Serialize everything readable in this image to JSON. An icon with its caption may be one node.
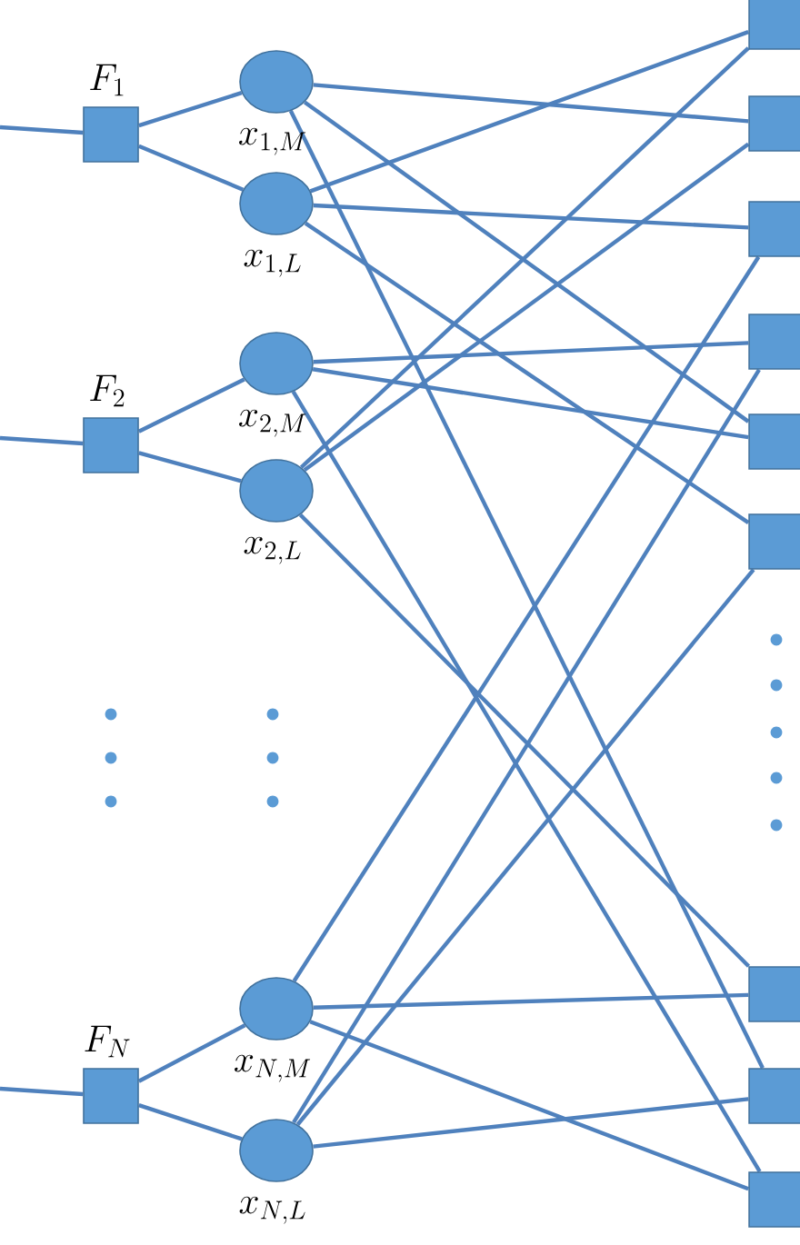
{
  "diagram": {
    "nodes": [
      {
        "text": [
          "F_1"
        ]
      },
      {
        "text": [
          "x_{1,M}"
        ]
      },
      {
        "text": [
          "x_{1,L}"
        ]
      },
      {
        "text": [
          "F_2"
        ]
      },
      {
        "text": [
          "x_{2,M}"
        ]
      },
      {
        "text": [
          "x_{2,L}"
        ]
      },
      {
        "text": [
          "F_N"
        ]
      },
      {
        "text": [
          "x_{N,M}"
        ]
      },
      {
        "text": [
          "x_{N,L}"
        ]
      },
      {
        "text": [],
        "shape": "box"
      },
      {
        "text": [],
        "shape": "box"
      },
      {
        "text": [],
        "shape": "box"
      },
      {
        "text": [],
        "shape": "box"
      },
      {
        "text": [],
        "shape": "box"
      },
      {
        "text": [],
        "shape": "box"
      },
      {
        "text": [],
        "shape": "box"
      },
      {
        "text": [],
        "shape": "box"
      },
      {
        "text": [],
        "shape": "box"
      }
    ],
    "edges": [
      {
        "from": null,
        "to": 0,
        "arrow": "none"
      },
      {
        "from": 0,
        "to": 1,
        "arrow": "none"
      },
      {
        "from": 0,
        "to": 2,
        "arrow": "none"
      },
      {
        "from": null,
        "to": 3,
        "arrow": "none"
      },
      {
        "from": 3,
        "to": 4,
        "arrow": "none"
      },
      {
        "from": 3,
        "to": 5,
        "arrow": "none"
      },
      {
        "from": null,
        "to": 6,
        "arrow": "none"
      },
      {
        "from": 6,
        "to": 7,
        "arrow": "none"
      },
      {
        "from": 6,
        "to": 8,
        "arrow": "none"
      },
      {
        "from": 1,
        "to": 10,
        "arrow": "none"
      },
      {
        "from": 1,
        "to": 13,
        "arrow": "none"
      },
      {
        "from": 1,
        "to": 16,
        "arrow": "none"
      },
      {
        "from": 2,
        "to": 9,
        "arrow": "none"
      },
      {
        "from": 2,
        "to": 11,
        "arrow": "none"
      },
      {
        "from": 2,
        "to": 14,
        "arrow": "none"
      },
      {
        "from": 4,
        "to": 12,
        "arrow": "none"
      },
      {
        "from": 4,
        "to": 13,
        "arrow": "none"
      },
      {
        "from": 4,
        "to": 17,
        "arrow": "none"
      },
      {
        "from": 5,
        "to": 9,
        "arrow": "none"
      },
      {
        "from": 5,
        "to": 10,
        "arrow": "none"
      },
      {
        "from": 5,
        "to": 15,
        "arrow": "none"
      },
      {
        "from": 7,
        "to": 11,
        "arrow": "none"
      },
      {
        "from": 7,
        "to": 15,
        "arrow": "none"
      },
      {
        "from": 7,
        "to": 17,
        "arrow": "none"
      },
      {
        "from": 8,
        "to": 12,
        "arrow": "none"
      },
      {
        "from": 8,
        "to": 14,
        "arrow": "none"
      },
      {
        "from": 8,
        "to": 16,
        "arrow": "none"
      }
    ]
  }
}
